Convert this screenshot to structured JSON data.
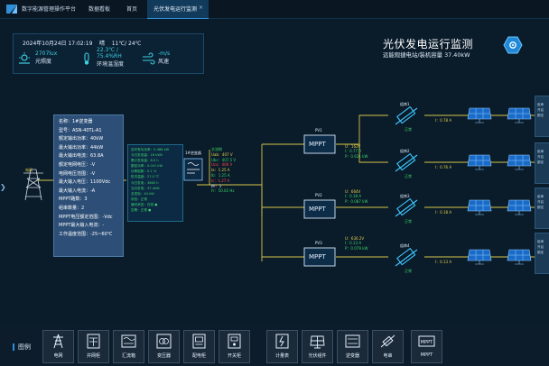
{
  "topbar": {
    "app_name": "数字能源管理操作平台",
    "nav": [
      "数据看板",
      "首页"
    ],
    "active_tab": "光伏发电运行监测",
    "active_tab_close": "×"
  },
  "weather": {
    "datetime": "2024年10月24日 17:02:19",
    "weather": "晴",
    "temperature": "11℃/ 24℃",
    "illuminance_value": "2707lux",
    "illuminance_label": "光照度",
    "env_value_1": "22.3℃ /",
    "env_value_2": "75.4%RH",
    "env_label": "环境温湿度",
    "wind_value": "-m/s",
    "wind_label": "风速"
  },
  "header": {
    "title": "光伏发电运行监测",
    "subtitle": "远能观捷电站/装机容量 37.40kW"
  },
  "grid_label": "电网",
  "inverter_info": [
    "名称：1#逆变器",
    "型号：ASN-40TL-A1",
    "额定输出功率：40kW",
    "最大输出功率：44kW",
    "最大输出电流：63.8A",
    "额定电网电压：-V",
    "电网电压范围：-V",
    "最大输入电压：1100Vdc",
    "最大输入电流：-A",
    "MPPT路数：3",
    "组串数量：2",
    "MPPT电压额定范围：-Vdc",
    "MPPT最大输入电流：-",
    "工作温度范围：-25~60℃"
  ],
  "inverter_data": [
    "实时有功功率：0.486 kW",
    "今日发电量：16 kWh",
    "累计发电量：8.0 h",
    "额定功率：0.041 kW",
    "功率因数：0.1 %",
    "机内温度：27.0 ℃",
    "今日发电：3860 h",
    "当月发电：37.4kW",
    "总发电：44 kW",
    "状态：正常",
    "通讯状态：在线 ●",
    "告警：正常 ●"
  ],
  "inverter_label": "1#逆变器",
  "ac_data": {
    "title": "交流侧",
    "uab": "Uab：407 V",
    "ubc": "Ubc：407.5 V",
    "uca": "Uca：406 V",
    "ia": "Ia：1.25 A",
    "ib": "Ib：1.25 A",
    "ic": "Ic：1.27 A",
    "pf": "PF：1",
    "freq": "Fr：50.02 Hz"
  },
  "mppt": [
    {
      "name": "PV1",
      "label": "MPPT",
      "u": "U：162V",
      "i": "I：0.77 A",
      "p": "P：0.621 kW"
    },
    {
      "name": "PV2",
      "label": "MPPT",
      "u": "U：664V",
      "i": "I：0.18 A",
      "p": "P：0.087 kW"
    },
    {
      "name": "PV3",
      "label": "MPPT",
      "u": "U：630.2V",
      "i": "I：0.13 A",
      "p": "P：0.079 kW"
    }
  ],
  "strings": [
    {
      "name": "组串1",
      "status": "正常",
      "current": "I：0.78 A"
    },
    {
      "name": "组串2",
      "status": "正常",
      "current": "I：0.76 A"
    },
    {
      "name": "组串3",
      "status": "正常",
      "current": "I：0.18 A"
    },
    {
      "name": "组串4",
      "status": "正常",
      "current": "I：0.13 A"
    }
  ],
  "right_panels": [
    [
      "组串",
      "开启",
      "额定"
    ],
    [
      "组串",
      "开启",
      "额定"
    ],
    [
      "组串",
      "开启",
      "额定"
    ],
    [
      "组串",
      "开启",
      "额定"
    ]
  ],
  "legend": {
    "title": "图例",
    "items": [
      "电网",
      "并网柜",
      "汇流箱",
      "变压器",
      "配电柜",
      "开关柜",
      "计量表",
      "光伏组件",
      "逆变器",
      "电串",
      "MPPT"
    ]
  },
  "colors": {
    "accent": "#2f8fd8",
    "cyan": "#3ed0e0",
    "green": "#3ed46a",
    "yellow": "#e8d44a",
    "red": "#ff4a4a",
    "line": "#d6c64a"
  }
}
